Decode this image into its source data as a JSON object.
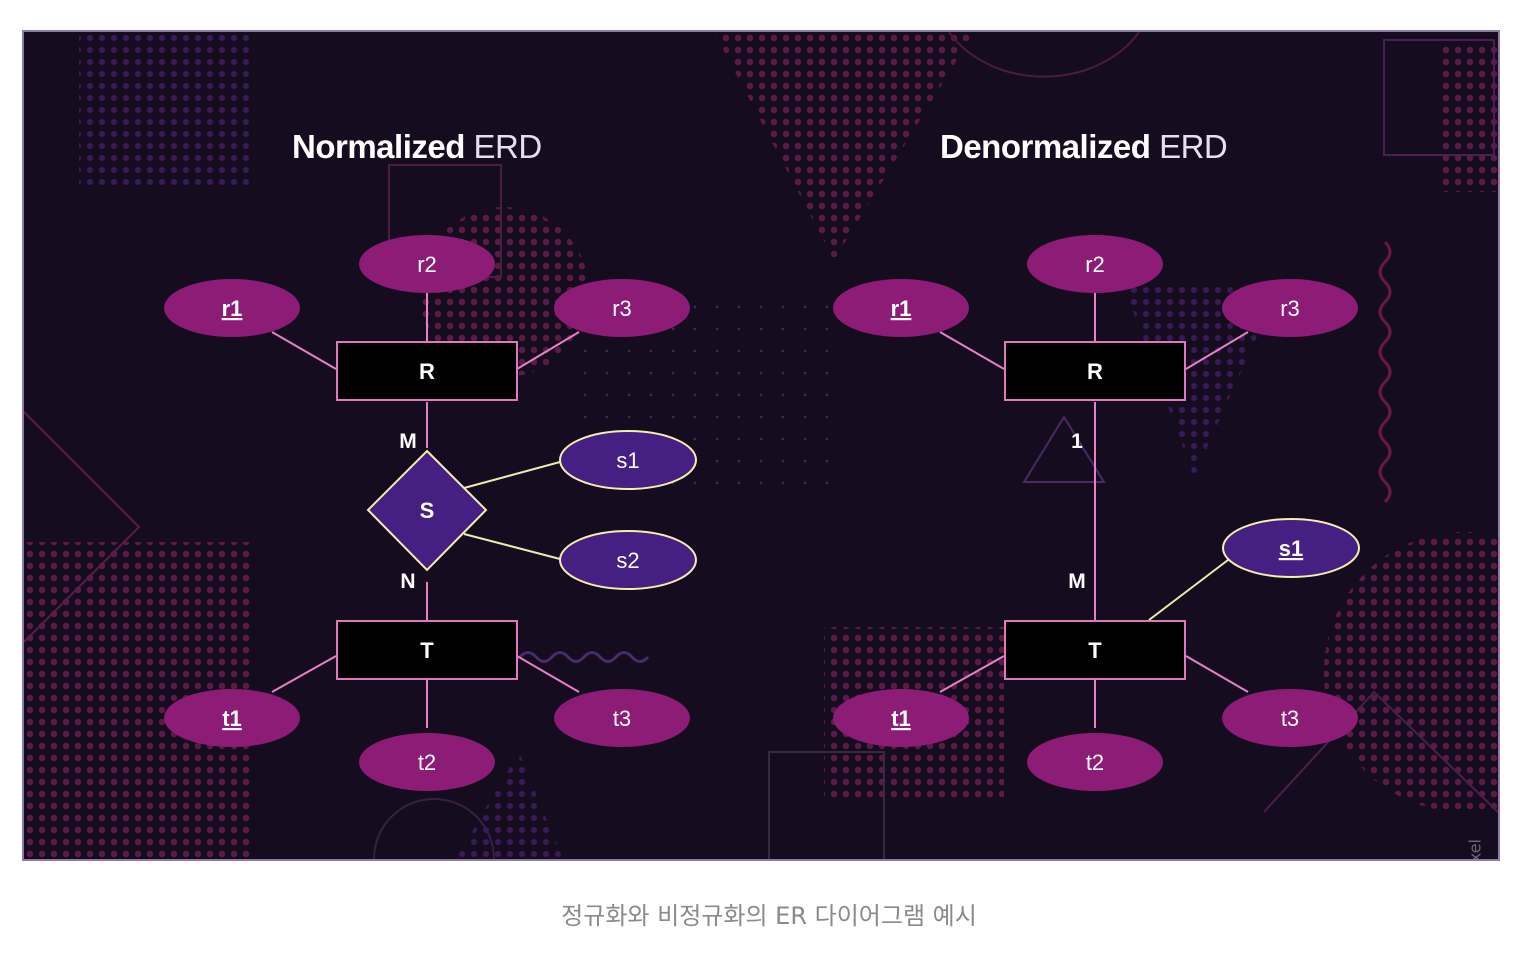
{
  "figure": {
    "watermark": "rawpixel",
    "colors": {
      "background": "#150c20",
      "entity_fill": "#000000",
      "entity_stroke": "#e078c0",
      "attribute_fill": "#8d1c77",
      "relationship_fill": "#452082",
      "relationship_stroke": "#f4eeb0",
      "connector": "#e880c6",
      "connector_s": "#f0eab0"
    }
  },
  "normalized": {
    "title_bold": "Normalized",
    "title_light": "ERD",
    "entity_R": "R",
    "entity_T": "T",
    "relationship": "S",
    "card_top": "M",
    "card_bottom": "N",
    "r_attrs": [
      "r1",
      "r2",
      "r3"
    ],
    "t_attrs": [
      "t1",
      "t2",
      "t3"
    ],
    "s_attrs": [
      "s1",
      "s2"
    ]
  },
  "denormalized": {
    "title_bold": "Denormalized",
    "title_light": "ERD",
    "entity_R": "R",
    "entity_T": "T",
    "card_top": "1",
    "card_bottom": "M",
    "r_attrs": [
      "r1",
      "r2",
      "r3"
    ],
    "t_attrs": [
      "t1",
      "t2",
      "t3"
    ],
    "s_attr": "s1"
  },
  "caption": "정규화와 비정규화의 ER 다이어그램 예시"
}
